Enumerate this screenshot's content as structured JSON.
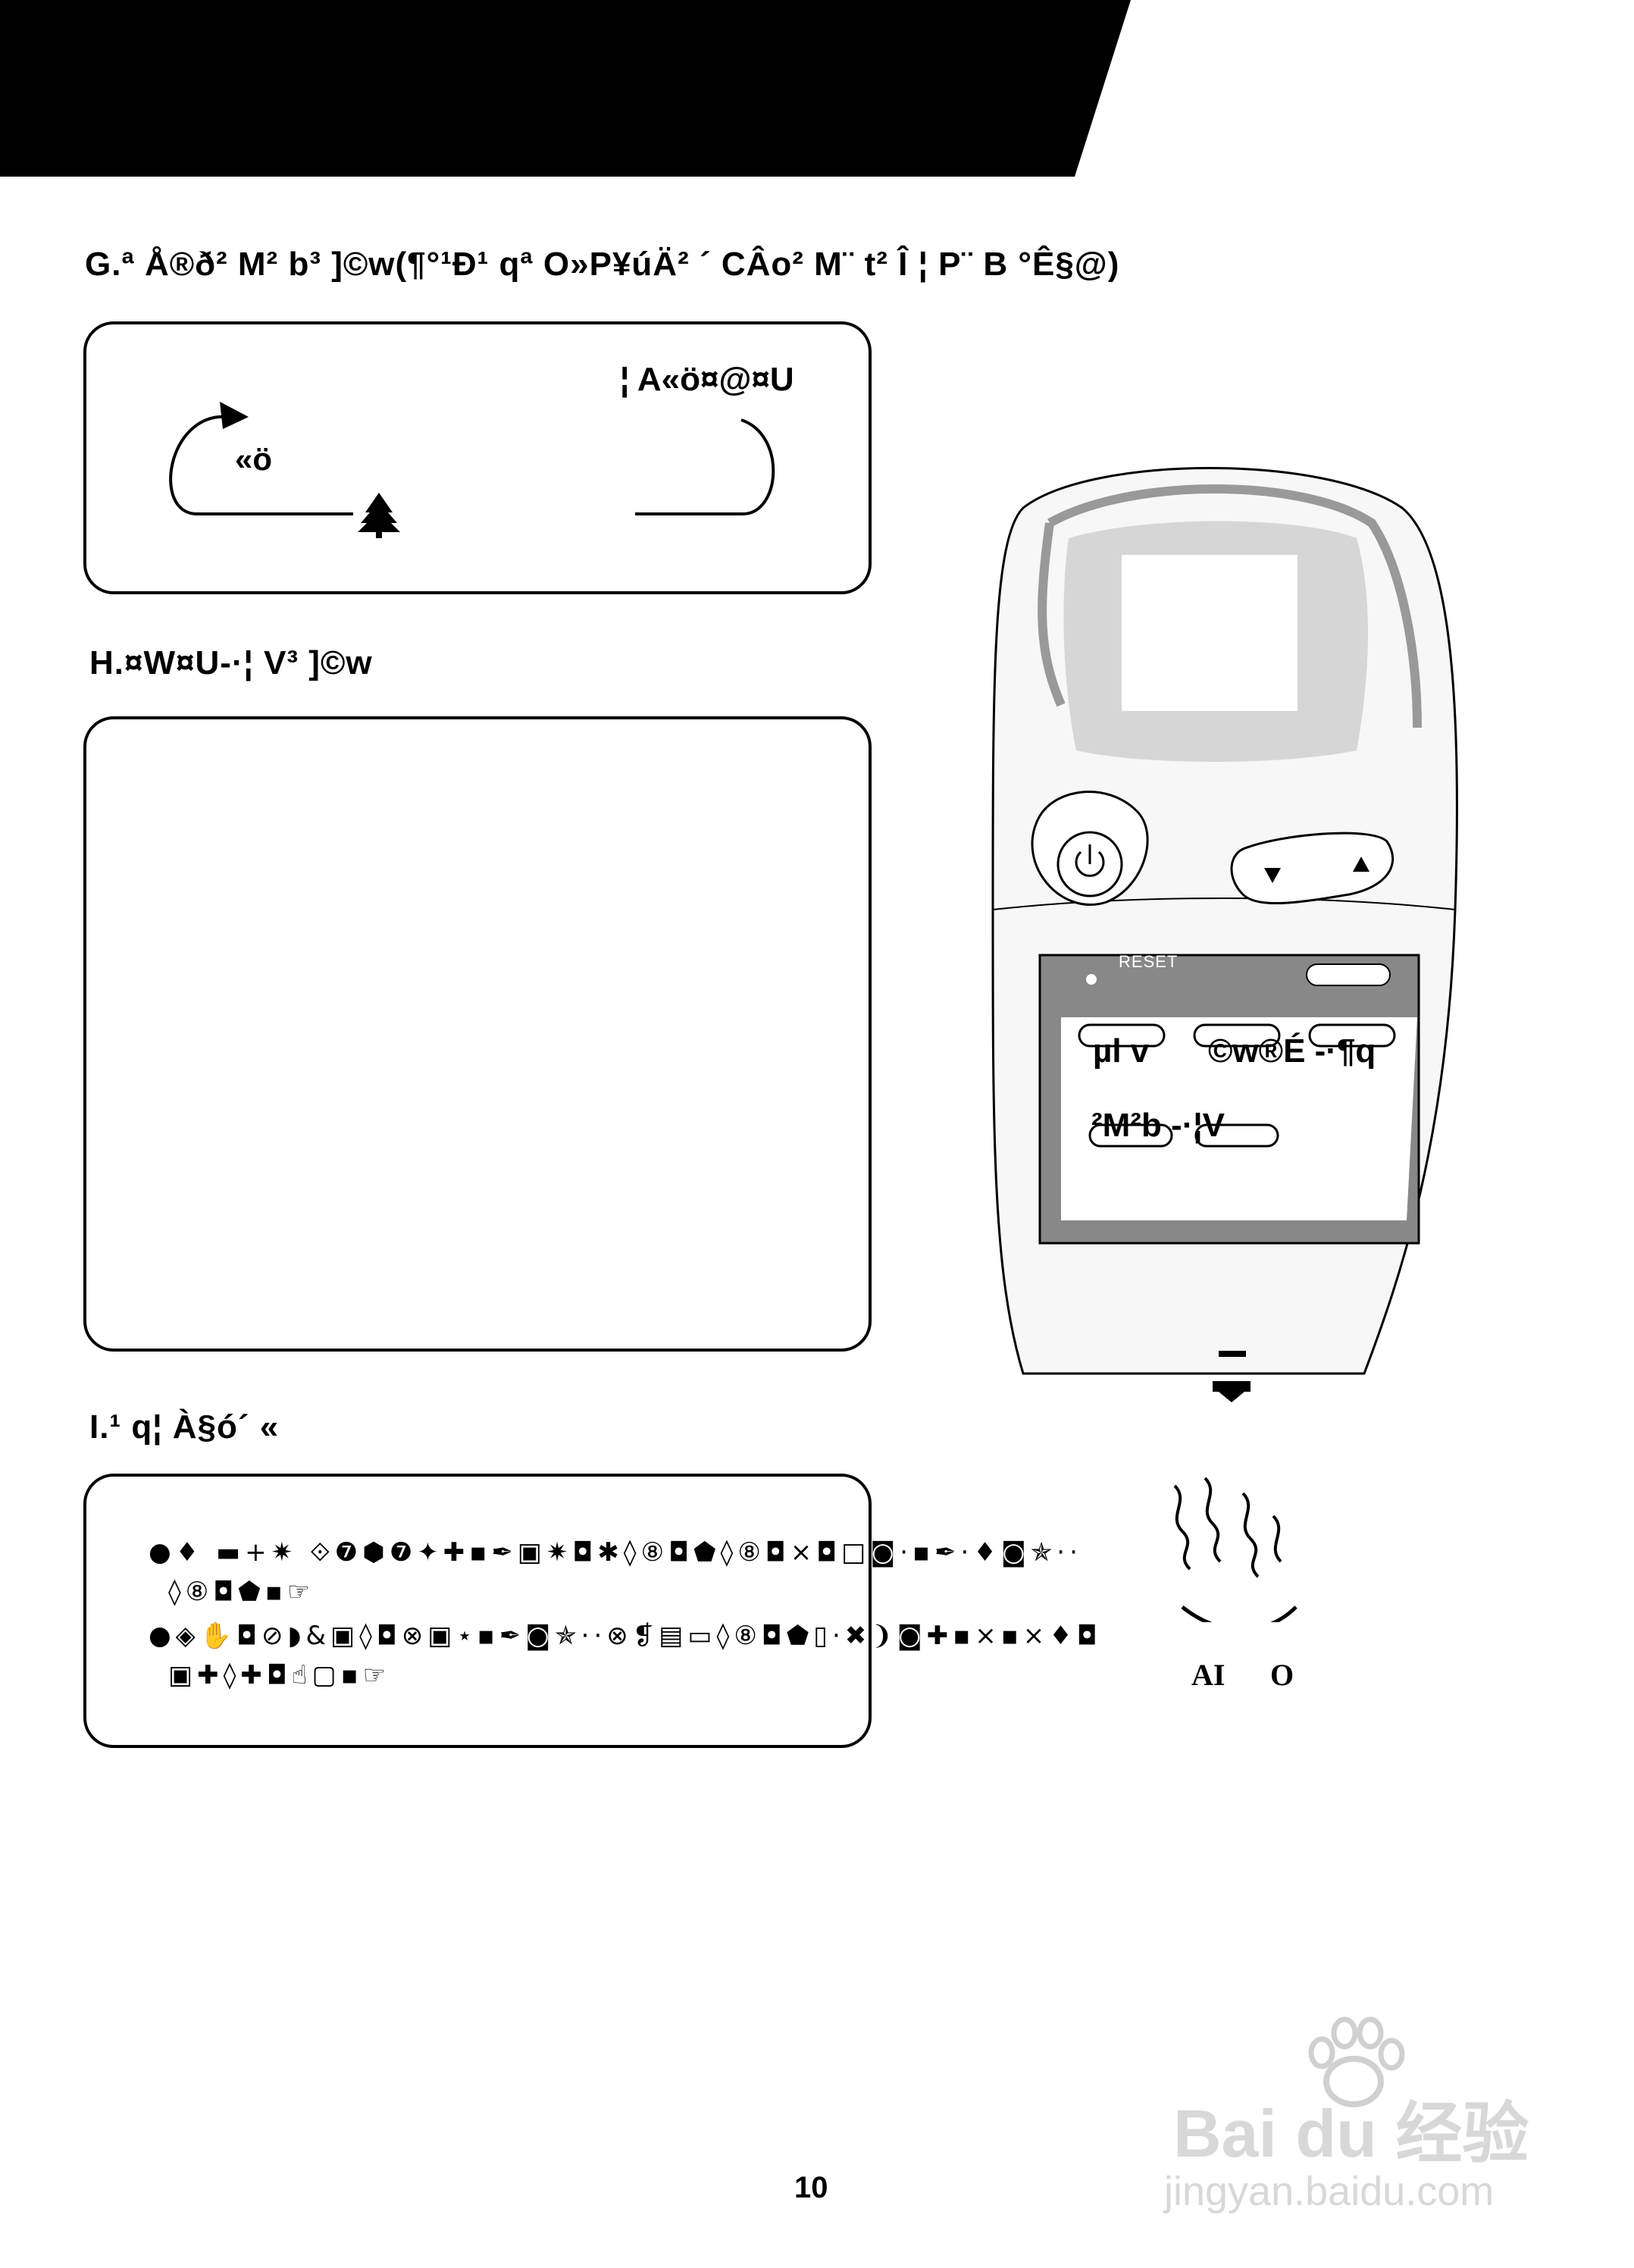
{
  "section_g": {
    "heading": "G.ª Å®ð² M² b³ ]©w(¶°¹Ð¹ qª O»P¥úÄ² ´ CÂo² M¨ t² Î ¦ P¨ B °Ê§@)",
    "right_label": "¦ A«ö¤@¤U",
    "left_label": "«ö"
  },
  "section_h": {
    "heading": "H.¤W¤U-·¦ V³ ]©w"
  },
  "section_i": {
    "heading": "I.¹ q¦ À§ó´ «",
    "line1": "●♦  ▬+✷    ⟐❼⬢❼✦✚▪✒▣✷◘✱◊⑧◘⬟◊⑧◘×◘□◙·▪✒·♦◙✯··",
    "line2": "◊⑧◘⬟▪☞",
    "line3": "●◈✋◘⊘◗&▣◊◘⊗▣⋆▪✒◙✯··⊗❡▤▭◊⑧◘⬟▯·✖❩◙✚▪×▪×♦◘",
    "line4": "▣✚◊✚◘☝▢▪☞",
    "battery_left": "AI",
    "battery_right": "O"
  },
  "remote": {
    "reset_label": "RESET",
    "btn1": "µl   v",
    "btn2": "©w®É  -·¶q",
    "btn3": "²M²b  -·¦V"
  },
  "page_number": "10",
  "watermark": {
    "brand": "Bai du 经验",
    "url": "jingyan.baidu.com"
  }
}
